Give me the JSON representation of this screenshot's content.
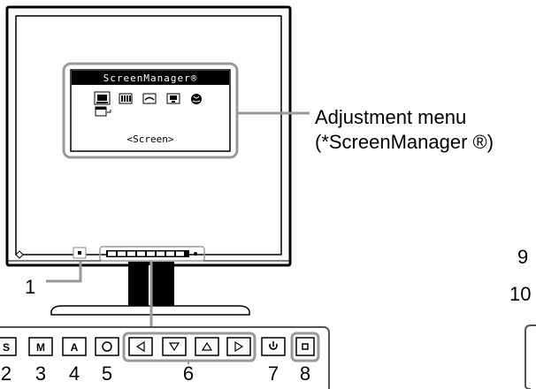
{
  "menu": {
    "title": "ScreenManager®",
    "current": "<Screen>"
  },
  "callout": {
    "line1": "Adjustment menu",
    "line2": "(*ScreenManager ®)"
  },
  "numbers": {
    "n1": "1",
    "n2": "2",
    "n3": "3",
    "n4": "4",
    "n5": "5",
    "n6": "6",
    "n7": "7",
    "n8": "8",
    "n9": "9",
    "n10": "10"
  },
  "buttons": {
    "s": "S",
    "m": "M",
    "a": "A"
  }
}
